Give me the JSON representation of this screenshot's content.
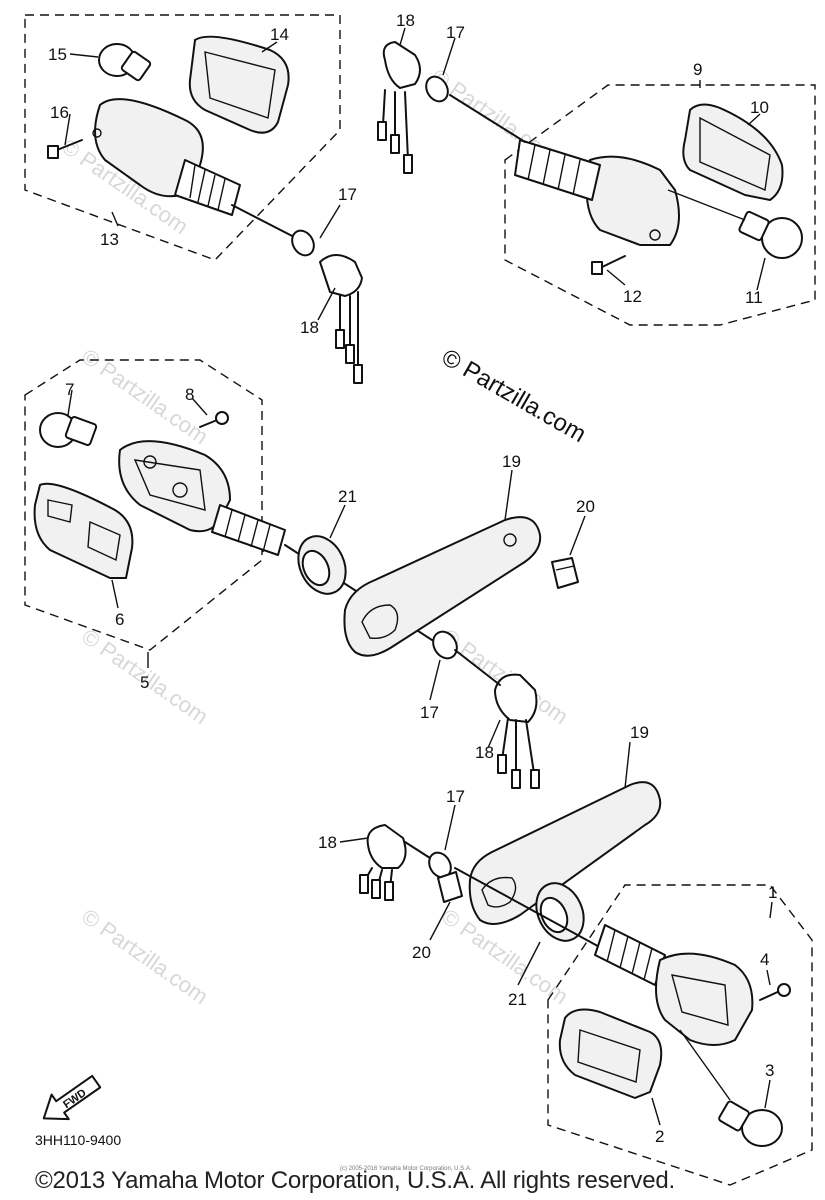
{
  "callouts": {
    "c1": "1",
    "c2": "2",
    "c3": "3",
    "c4": "4",
    "c5": "5",
    "c6": "6",
    "c7": "7",
    "c8": "8",
    "c9": "9",
    "c10": "10",
    "c11": "11",
    "c12": "12",
    "c13": "13",
    "c14": "14",
    "c15": "15",
    "c16": "16",
    "c17a": "17",
    "c17b": "17",
    "c17c": "17",
    "c17d": "17",
    "c18a": "18",
    "c18b": "18",
    "c18c": "18",
    "c18d": "18",
    "c19a": "19",
    "c19b": "19",
    "c20a": "20",
    "c20b": "20",
    "c21a": "21",
    "c21b": "21"
  },
  "watermark": "© Partzilla.com",
  "center_watermark": "© Partzilla.com",
  "fwd_label": "FWD",
  "part_code": "3HH110-9400",
  "tiny_copyright": "(c) 2005-2016 Yamaha Motor Corporation, U.S.A.",
  "copyright": "©2013 Yamaha Motor Corporation, U.S.A. All rights reserved."
}
